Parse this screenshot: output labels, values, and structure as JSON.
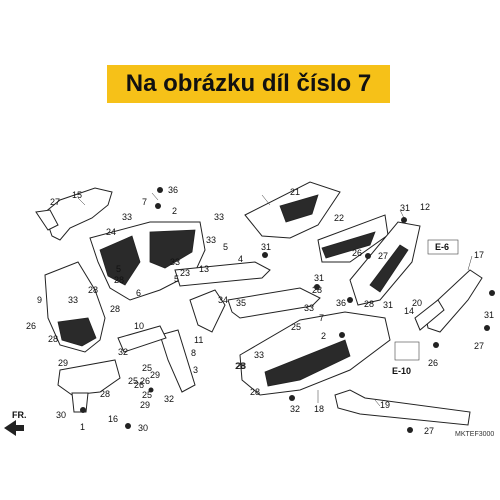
{
  "banner": {
    "title": "Na obrázku díl číslo 7",
    "color": "#f6c118"
  },
  "diagram": {
    "code": "MKTEF3000",
    "front_label": "FR.",
    "refs": [
      "E-6",
      "E-10"
    ],
    "callouts": [
      {
        "id": "c-15",
        "text": "15"
      },
      {
        "id": "c-27a",
        "text": "27"
      },
      {
        "id": "c-36",
        "text": "36"
      },
      {
        "id": "c-7a",
        "text": "7"
      },
      {
        "id": "c-2a",
        "text": "2"
      },
      {
        "id": "c-24",
        "text": "24"
      },
      {
        "id": "c-33a",
        "text": "33"
      },
      {
        "id": "c-33b",
        "text": "33"
      },
      {
        "id": "c-33c",
        "text": "33"
      },
      {
        "id": "c-33d",
        "text": "33"
      },
      {
        "id": "c-5a",
        "text": "5"
      },
      {
        "id": "c-5b",
        "text": "5"
      },
      {
        "id": "c-4",
        "text": "4"
      },
      {
        "id": "c-31a",
        "text": "31"
      },
      {
        "id": "c-13",
        "text": "13"
      },
      {
        "id": "c-23",
        "text": "23"
      },
      {
        "id": "c-5c",
        "text": "5"
      },
      {
        "id": "c-28a",
        "text": "28"
      },
      {
        "id": "c-28b",
        "text": "28"
      },
      {
        "id": "c-6",
        "text": "6"
      },
      {
        "id": "c-33e",
        "text": "33"
      },
      {
        "id": "c-9",
        "text": "9"
      },
      {
        "id": "c-28c",
        "text": "28"
      },
      {
        "id": "c-26a",
        "text": "26"
      },
      {
        "id": "c-28d",
        "text": "28"
      },
      {
        "id": "c-10",
        "text": "10"
      },
      {
        "id": "c-32a",
        "text": "32"
      },
      {
        "id": "c-34",
        "text": "34"
      },
      {
        "id": "c-35",
        "text": "35"
      },
      {
        "id": "c-11",
        "text": "11"
      },
      {
        "id": "c-8",
        "text": "8"
      },
      {
        "id": "c-3",
        "text": "3"
      },
      {
        "id": "c-28e",
        "text": "28"
      },
      {
        "id": "c-29a",
        "text": "29"
      },
      {
        "id": "c-21",
        "text": "21"
      },
      {
        "id": "c-22",
        "text": "22"
      },
      {
        "id": "c-31b",
        "text": "31"
      },
      {
        "id": "c-12",
        "text": "12"
      },
      {
        "id": "c-27b",
        "text": "27"
      },
      {
        "id": "c-26b",
        "text": "26"
      },
      {
        "id": "c-31c",
        "text": "31"
      },
      {
        "id": "c-28f",
        "text": "28"
      },
      {
        "id": "c-36b",
        "text": "36"
      },
      {
        "id": "c-33f",
        "text": "33"
      },
      {
        "id": "c-7b",
        "text": "7"
      },
      {
        "id": "c-2b",
        "text": "2"
      },
      {
        "id": "c-25a",
        "text": "25"
      },
      {
        "id": "c-28g",
        "text": "28"
      },
      {
        "id": "c-31d",
        "text": "31"
      },
      {
        "id": "c-17",
        "text": "17"
      },
      {
        "id": "c-20",
        "text": "20"
      },
      {
        "id": "c-14",
        "text": "14"
      },
      {
        "id": "c-31e",
        "text": "31"
      },
      {
        "id": "c-27c",
        "text": "27"
      },
      {
        "id": "c-26c",
        "text": "26"
      },
      {
        "id": "c-33g",
        "text": "33"
      },
      {
        "id": "c-28h",
        "text": "28"
      },
      {
        "id": "c-32b",
        "text": "32"
      },
      {
        "id": "c-18",
        "text": "18"
      },
      {
        "id": "c-19",
        "text": "19"
      },
      {
        "id": "c-27d",
        "text": "27"
      },
      {
        "id": "c-28i",
        "text": "28"
      },
      {
        "id": "c-29b",
        "text": "29"
      },
      {
        "id": "c-26d",
        "text": "26"
      },
      {
        "id": "c-25b",
        "text": "25"
      },
      {
        "id": "c-25c",
        "text": "25"
      },
      {
        "id": "c-28j",
        "text": "28"
      },
      {
        "id": "c-29c",
        "text": "29"
      },
      {
        "id": "c-26e",
        "text": "26"
      },
      {
        "id": "c-32c",
        "text": "32"
      },
      {
        "id": "c-30a",
        "text": "30"
      },
      {
        "id": "c-1",
        "text": "1"
      },
      {
        "id": "c-16",
        "text": "16"
      },
      {
        "id": "c-30b",
        "text": "30"
      },
      {
        "id": "c-25d",
        "text": "25"
      }
    ]
  }
}
